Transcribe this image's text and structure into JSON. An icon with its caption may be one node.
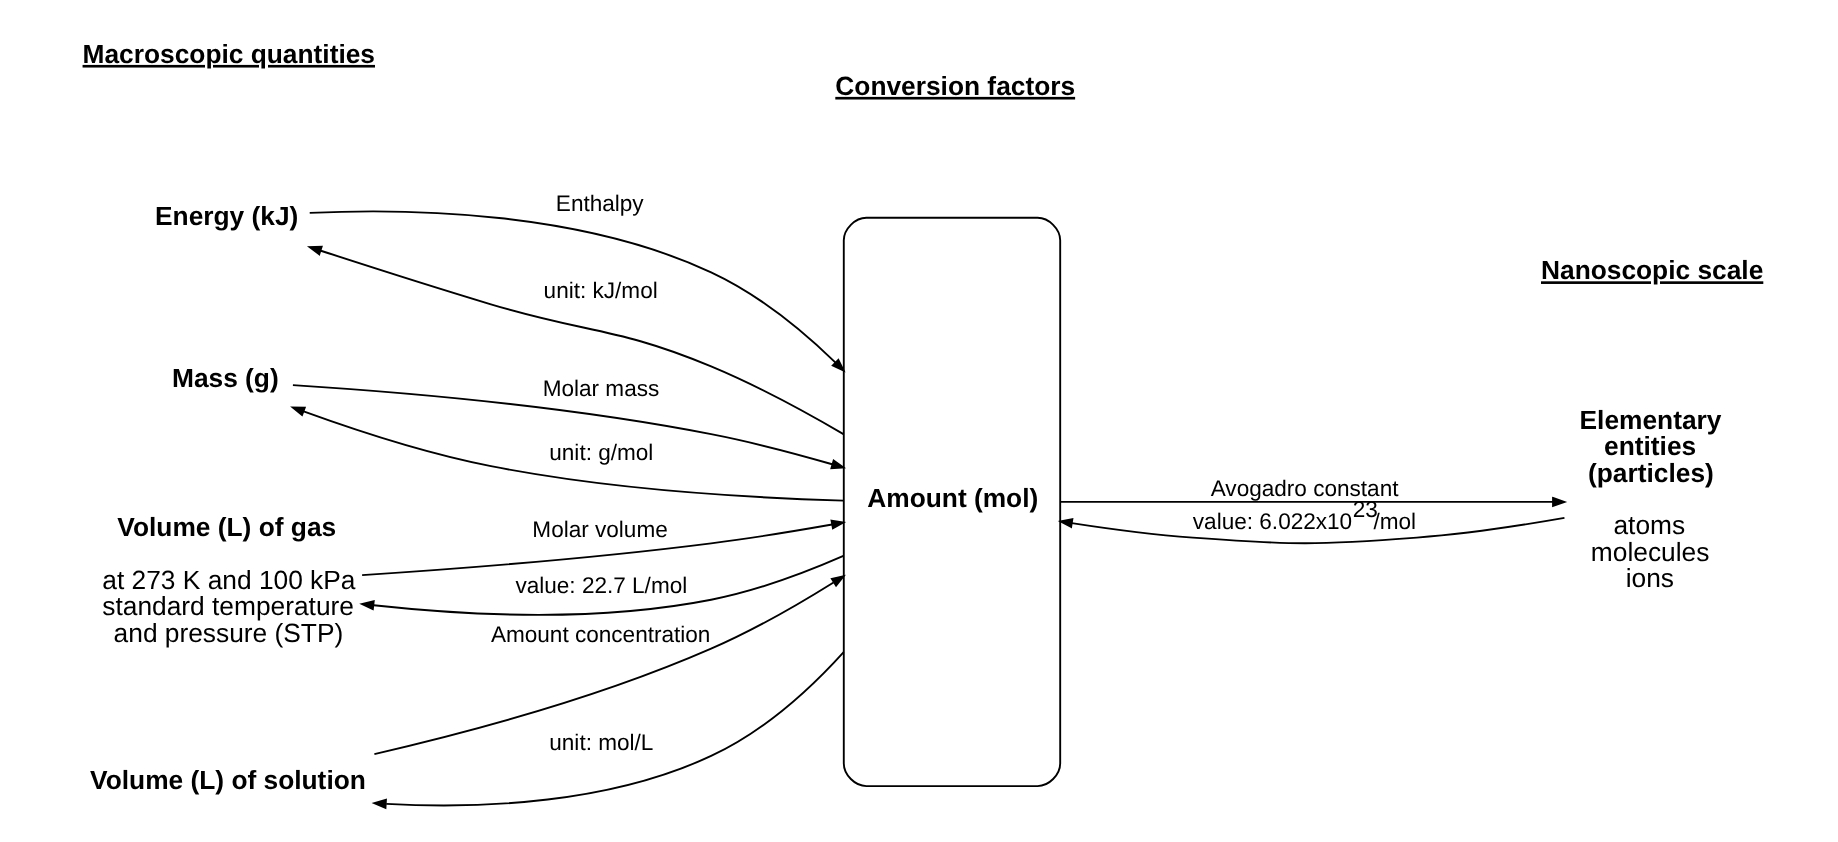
{
  "diagram": {
    "nodes": [
      {
        "text": [
          "Energy (kJ)"
        ]
      },
      {
        "text": [
          "Mass (g)"
        ]
      },
      {
        "text": [
          "Volume (L) of gas",
          "at 273 K and 100 kPa standard temperature and pressure (STP)"
        ]
      },
      {
        "text": [
          "Volume (L) of solution"
        ]
      },
      {
        "text": [
          "Amount (mol)"
        ]
      },
      {
        "text": [
          "Elementary entities (particles)",
          "atoms molecules ions"
        ]
      }
    ],
    "edges": [
      {
        "from": 0,
        "to": 4,
        "arrow": "to",
        "label": "Enthalpy"
      },
      {
        "from": 4,
        "to": 0,
        "arrow": "to",
        "label": "unit: kJ/mol"
      },
      {
        "from": 1,
        "to": 4,
        "arrow": "to",
        "label": "Molar mass"
      },
      {
        "from": 4,
        "to": 1,
        "arrow": "to",
        "label": "unit: g/mol"
      },
      {
        "from": 2,
        "to": 4,
        "arrow": "to",
        "label": "Molar volume"
      },
      {
        "from": 4,
        "to": 2,
        "arrow": "to",
        "label": "value: 22.7 L/mol"
      },
      {
        "from": 3,
        "to": 4,
        "arrow": "to",
        "label": "Amount concentration"
      },
      {
        "from": 4,
        "to": 3,
        "arrow": "to",
        "label": "unit: mol/L"
      },
      {
        "from": 4,
        "to": 5,
        "arrow": "to",
        "label": "Avogadro constant"
      },
      {
        "from": 5,
        "to": 4,
        "arrow": "to",
        "label": "value: 6.022x10$^{23}$/mol"
      }
    ],
    "labels": [
      "Macroscopic quantities",
      "Conversion factors",
      "Nanoscopic scale"
    ]
  }
}
